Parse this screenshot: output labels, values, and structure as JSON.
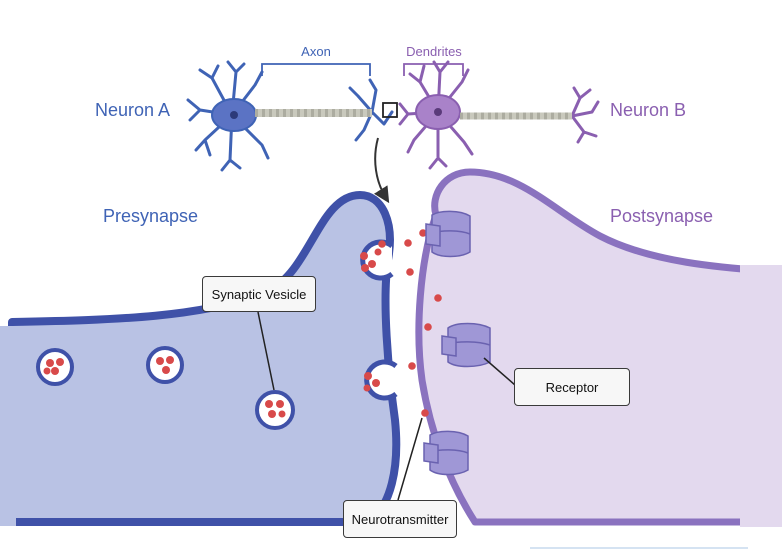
{
  "labels": {
    "neuron_a": "Neuron A",
    "neuron_b": "Neuron B",
    "axon": "Axon",
    "dendrites": "Dendrites",
    "presynapse": "Presynapse",
    "postsynapse": "Postsynapse",
    "synaptic_vesicle": "Synaptic Vesicle",
    "receptor": "Receptor",
    "neurotransmitter": "Neurotransmitter"
  },
  "colors": {
    "neuron_a": "#3f63b5",
    "neuron_b": "#8a5fb0",
    "presynapse_fill": "#b9c2e4",
    "presynapse_stroke": "#3f51a8",
    "postsynapse_fill": "#e3d9ee",
    "postsynapse_stroke": "#8a72bf",
    "receptor_fill": "#9f97d6",
    "neurotransmitter": "#d84a4a"
  }
}
